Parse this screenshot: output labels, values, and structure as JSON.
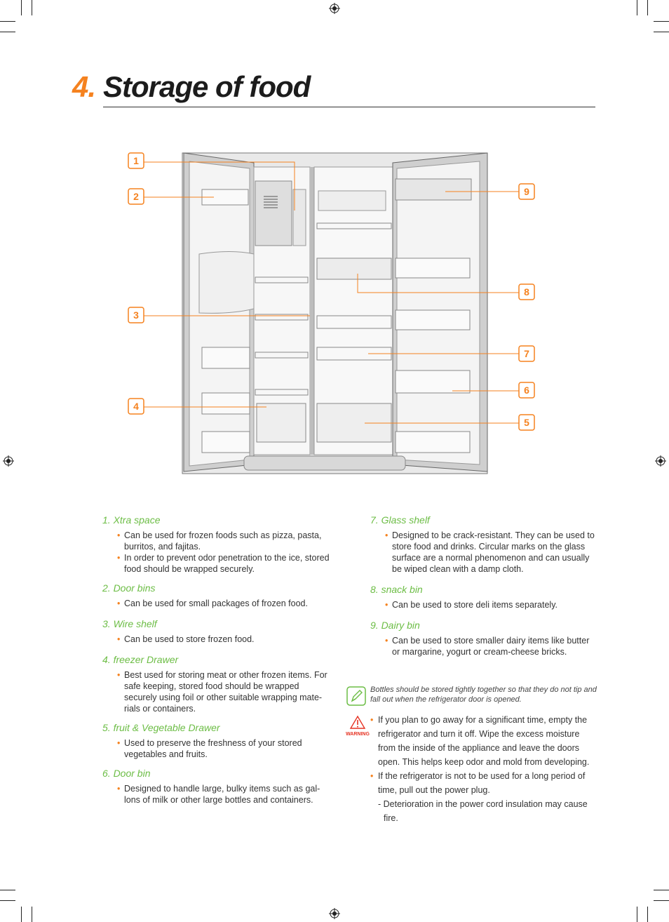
{
  "section": {
    "number": "4.",
    "title": "Storage of food"
  },
  "callouts": [
    "1",
    "2",
    "3",
    "4",
    "5",
    "6",
    "7",
    "8",
    "9"
  ],
  "items_left": [
    {
      "title": "1. Xtra space",
      "bullets": [
        "Can be used for frozen foods such as pizza, pasta, burritos, and fajitas.",
        "In order to prevent odor penetration to the ice, stored food should be wrapped securely."
      ]
    },
    {
      "title": "2. Door bins",
      "bullets": [
        "Can be used for small packages of frozen food."
      ]
    },
    {
      "title": "3. Wire shelf",
      "bullets": [
        "Can be used to store frozen food."
      ]
    },
    {
      "title": "4. freezer Drawer",
      "bullets": [
        "Best used for storing meat or other frozen items. For safe keeping, stored food should be wrapped securely using foil or other suitable wrapping mate- rials or containers."
      ]
    },
    {
      "title": "5. fruit & Vegetable Drawer",
      "bullets": [
        "Used to preserve the freshness of your stored vegetables and fruits."
      ]
    },
    {
      "title": "6. Door bin",
      "bullets": [
        "Designed to handle large, bulky items such as gal- lons of milk or other large bottles and containers."
      ]
    }
  ],
  "items_right": [
    {
      "title": "7. Glass shelf",
      "bullets": [
        "Designed to be crack-resistant. They can be used to store food and drinks. Circular marks on the glass surface are a normal phenomenon and can usually be wiped clean with a damp cloth."
      ]
    },
    {
      "title": "8. snack bin",
      "bullets": [
        "Can be used to store deli items separately."
      ]
    },
    {
      "title": "9. Dairy bin",
      "bullets": [
        "Can be used to store smaller dairy items like butter or margarine, yogurt or cream-cheese bricks."
      ]
    }
  ],
  "note": "Bottles should be stored tightly together so that they do not tip and fall out when the refrigerator door is opened.",
  "warning": {
    "label": "WARNING",
    "bullets": [
      "If you plan to go away for a significant time, empty the refrigerator and turn it off. Wipe the excess moisture from the inside of the appliance and leave the doors open. This helps keep odor and mold from developing.",
      "If the refrigerator is not to be used for a long period of time, pull out the power plug."
    ],
    "sub": "- Deterioration in the power cord insulation may cause fire."
  },
  "colors": {
    "accent": "#f5821f",
    "heading_green": "#6cbd45",
    "warning_red": "#e63222"
  }
}
